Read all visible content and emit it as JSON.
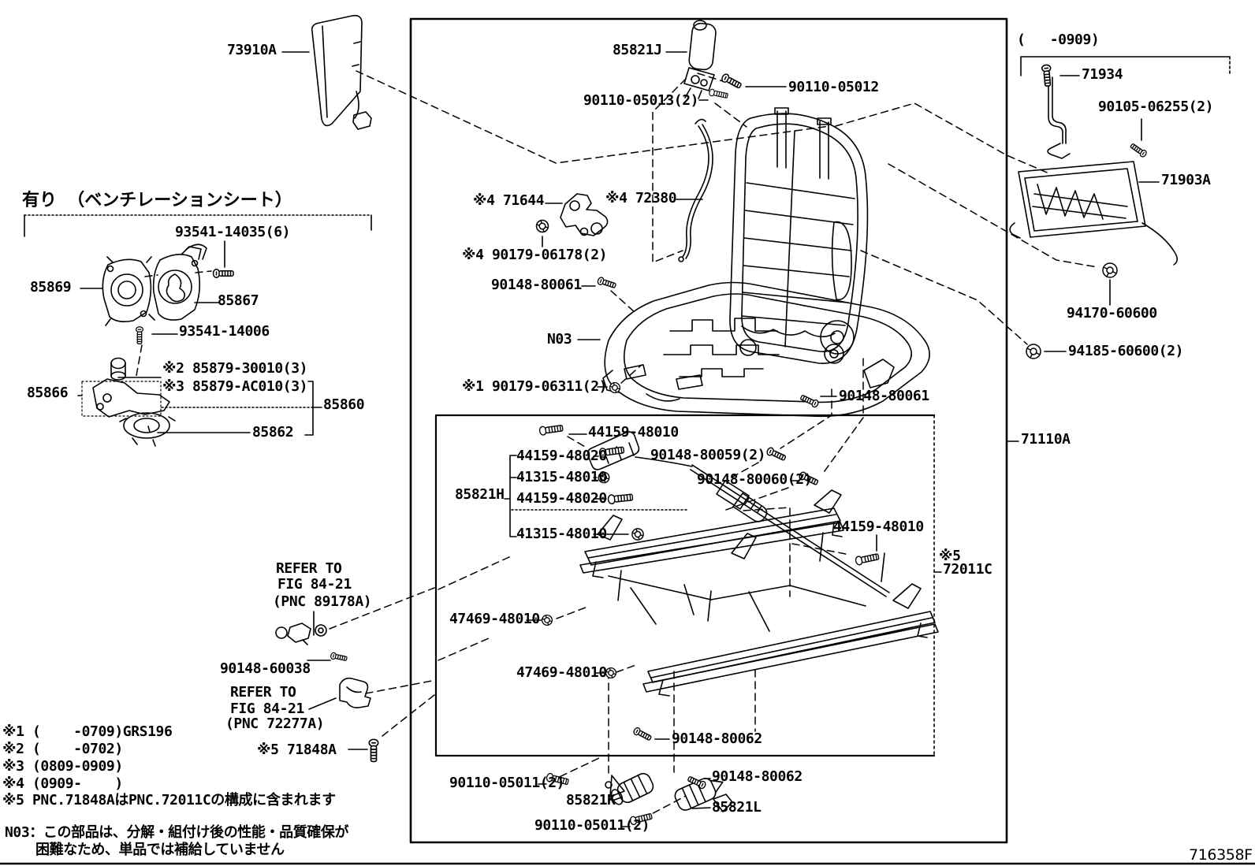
{
  "figure": {
    "code": "716358F"
  },
  "header": {
    "vent_note": "有り （ベンチレーションシート）",
    "date_bracket": "(   -0909)"
  },
  "refer1": {
    "l1": "REFER TO",
    "l2": "FIG 84-21",
    "l3": "(PNC 89178A)"
  },
  "refer2": {
    "l1": "REFER TO",
    "l2": "FIG 84-21",
    "l3": "(PNC 72277A)"
  },
  "notes": {
    "k1": "※1 (    -0709)GRS196",
    "k2": "※2 (    -0702)",
    "k3": "※3 (0809-0909)",
    "k4": "※4 (0909-    )",
    "k5": "※5 PNC.71848AはPNC.72011Cの構成に含まれます",
    "n03a": "N03：この部品は、分解・組付け後の性能・品質確保が",
    "n03b": "困難なため、単品では補給していません"
  },
  "parts": {
    "p73910A": "73910A",
    "p93541_14035": "93541-14035(6)",
    "p85869": "85869",
    "p85867": "85867",
    "p93541_14006": "93541-14006",
    "p85879_30010": "※2 85879-30010(3)",
    "p85879_AC010": "※3 85879-AC010(3)",
    "p85866": "85866",
    "p85860": "85860",
    "p85862": "85862",
    "p90148_60038": "90148-60038",
    "p71848A": "※5 71848A",
    "p85821J": "85821J",
    "p90110_05012": "90110-05012",
    "p90110_05013": "90110-05013(2)",
    "p71644": "※4 71644",
    "p72380": "※4 72380",
    "p90179_06178": "※4 90179-06178(2)",
    "p90148_80061a": "90148-80061",
    "pN03": "N03",
    "p90179_06311": "※1 90179-06311(2)",
    "p90148_80061b": "90148-80061",
    "p44159_48010a": "44159-48010",
    "p44159_48020a": "44159-48020",
    "p90148_80059": "90148-80059(2)",
    "p41315_48010a": "41315-48010",
    "p90148_80060": "90148-80060(2)",
    "p85821H": "85821H",
    "p44159_48020b": "44159-48020",
    "p41315_48010b": "41315-48010",
    "p44159_48010b": "44159-48010",
    "p72011C_mark": "※5",
    "p72011C": "72011C",
    "p47469_48010a": "47469-48010",
    "p47469_48010b": "47469-48010",
    "p90148_80062a": "90148-80062",
    "p90110_05011a": "90110-05011(2)",
    "p85821K": "85821K",
    "p90110_05011b": "90110-05011(2)",
    "p85821L": "85821L",
    "p90148_80062b": "90148-80062",
    "p71934": "71934",
    "p90105_06255": "90105-06255(2)",
    "p71903A": "71903A",
    "p94170_60600": "94170-60600",
    "p94185_60600": "94185-60600(2)",
    "p71110A": "71110A"
  }
}
